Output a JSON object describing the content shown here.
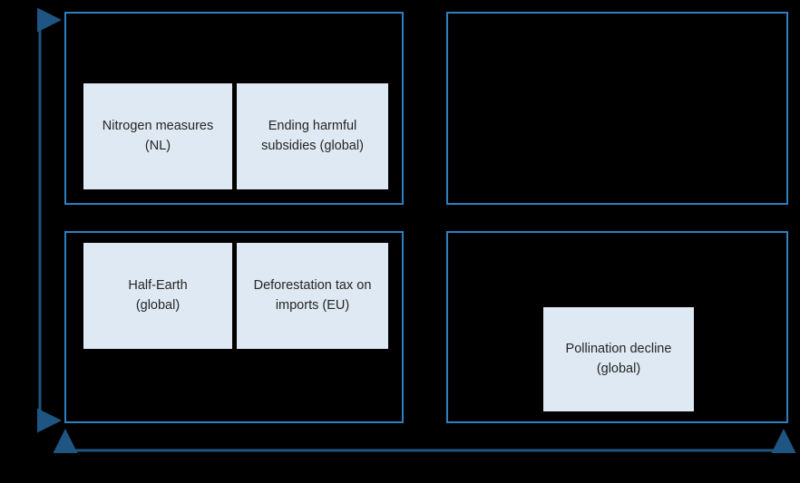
{
  "diagram": {
    "type": "quadrant-matrix",
    "background_color": "#000000",
    "accent_color": "#2e7fc1",
    "arrow_color": "#1f5582",
    "card_fill_color": "#dee9f3",
    "card_text_color": "#262626",
    "axes": {
      "vertical": {
        "name": "vertical-axis",
        "style": "double-headed-arrow",
        "label": ""
      },
      "horizontal": {
        "name": "horizontal-axis",
        "style": "single-headed-arrow-right",
        "label": ""
      }
    },
    "quadrants": [
      {
        "id": "top-left",
        "label": "",
        "items": [
          "nitrogen",
          "subsidies"
        ]
      },
      {
        "id": "top-right",
        "label": "",
        "items": []
      },
      {
        "id": "bottom-left",
        "label": "",
        "items": [
          "half-earth",
          "deforestation"
        ]
      },
      {
        "id": "bottom-right",
        "label": "",
        "items": [
          "pollination"
        ]
      }
    ],
    "cards": {
      "nitrogen": "Nitrogen measures\n(NL)",
      "subsidies": "Ending harmful\nsubsidies (global)",
      "half_earth": "Half-Earth\n(global)",
      "deforestation": "Deforestation tax on\nimports (EU)",
      "pollination": "Pollination decline\n(global)"
    }
  }
}
